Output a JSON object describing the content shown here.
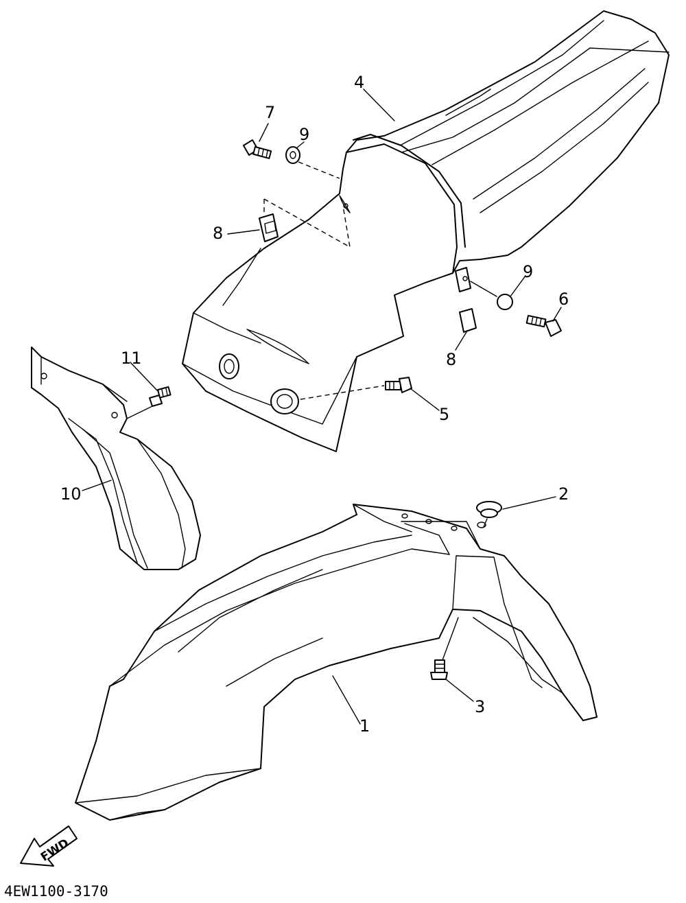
{
  "parts": [
    {
      "label": "1"
    },
    {
      "label": "2"
    },
    {
      "label": "3"
    },
    {
      "label": "4"
    },
    {
      "label": "5"
    },
    {
      "label": "6"
    },
    {
      "label": "7"
    },
    {
      "label": "8"
    },
    {
      "label": "8"
    },
    {
      "label": "9"
    },
    {
      "label": "9"
    },
    {
      "label": "10"
    },
    {
      "label": "11"
    }
  ],
  "direction_label": "FWD",
  "drawing_code": "4EW1100-3170"
}
